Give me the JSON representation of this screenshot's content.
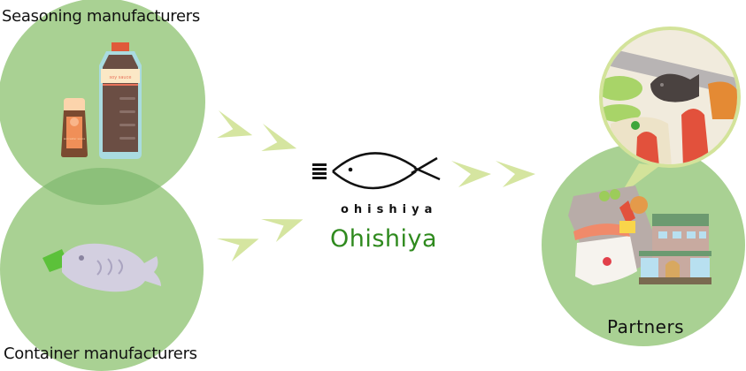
{
  "labels": {
    "seasoning": "Seasoning manufacturers",
    "container": "Container manufacturers",
    "partners": "Partners"
  },
  "brand": {
    "logo_text": "ohishiya",
    "name": "Ohishiya"
  },
  "illustration_text": {
    "soy_bottle": "soy sauce",
    "worcester_bottle": "worcester sauce"
  },
  "colors": {
    "circle": "#a9d193",
    "overlap": "#8cc07a",
    "arrow": "#d5e5a0",
    "brand_green": "#2f8a1e",
    "bubble_border": "#d3e39a"
  }
}
